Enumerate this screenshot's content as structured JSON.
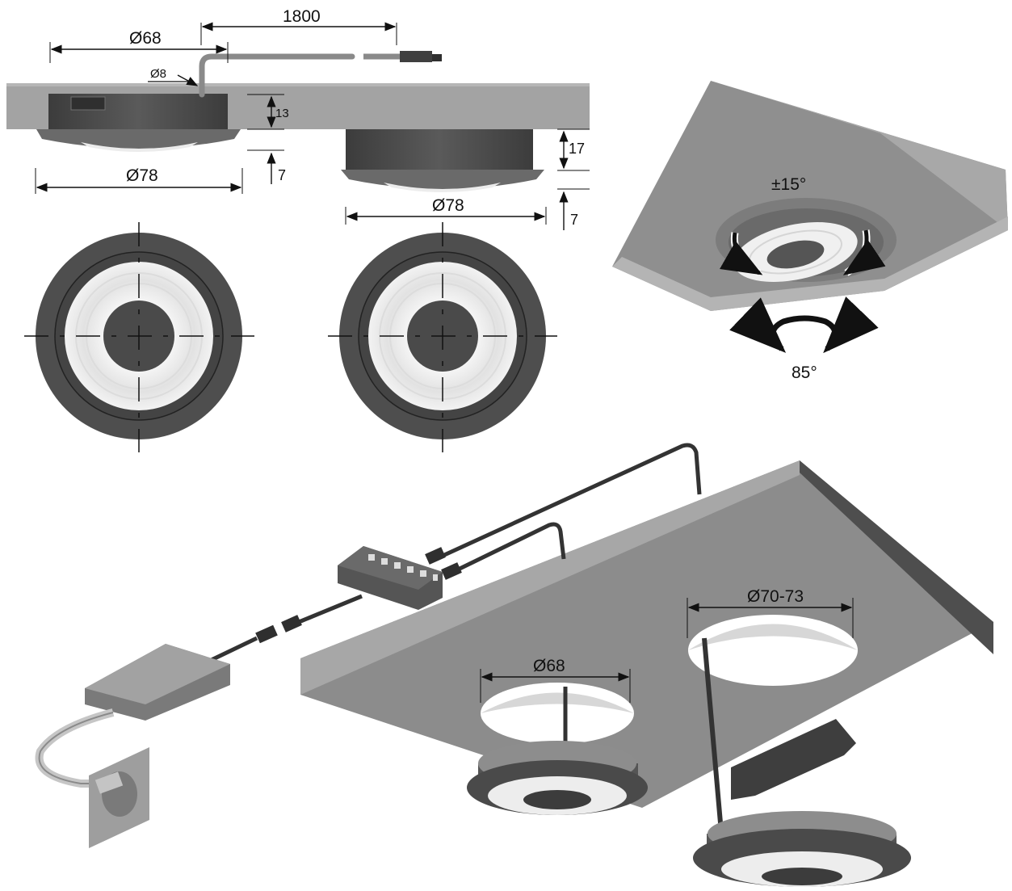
{
  "dimensions": {
    "cable_length": "1800",
    "diameter_top": "Ø68",
    "cable_diameter": "Ø8",
    "height_surface": "13",
    "lens_height_left": "7",
    "diameter_flange_left": "Ø78",
    "height_recessed": "17",
    "lens_height_right": "7",
    "diameter_flange_right": "Ø78",
    "tilt_angle": "±15°",
    "rotation_angle": "85°",
    "cutout_large": "Ø70-73",
    "cutout_small": "Ø68"
  },
  "colors": {
    "housing": "#4a4a4a",
    "housing_dark": "#3a3a3a",
    "panel_light": "#9b9b9b",
    "panel_mid": "#8a8a8a",
    "panel_dark": "#5a5a5a",
    "lens": "#eaeaea"
  }
}
